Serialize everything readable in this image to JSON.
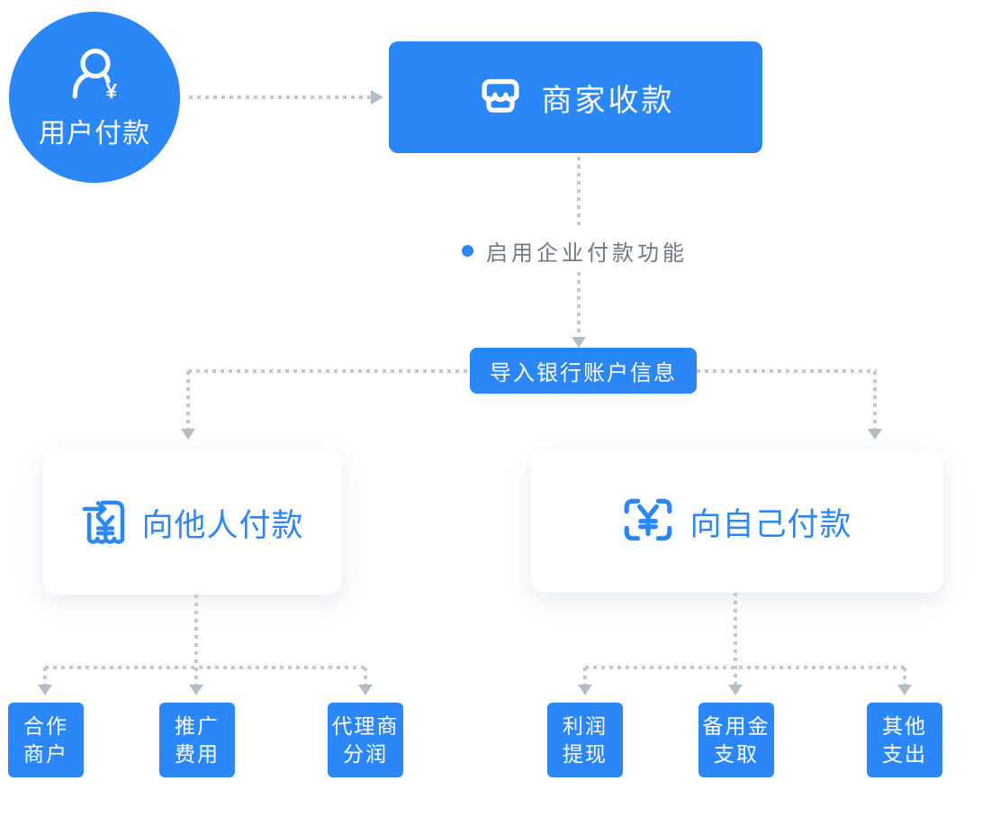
{
  "colors": {
    "primary_blue": "#2B87F8",
    "note_text_gray": "#6E7888",
    "connector_dot_gray": "#C3C8CF",
    "arrowhead_gray": "#B2BCC6",
    "card_background": "#FFFFFF"
  },
  "diagram": {
    "user_payment": {
      "label": "用户付款",
      "icon": "person-yuan-icon"
    },
    "merchant_collect": {
      "label": "商家收款",
      "icon": "storefront-icon"
    },
    "enable_note": {
      "label": "启用企业付款功能",
      "bullet": "blue-dot"
    },
    "import_bank": {
      "label": "导入银行账户信息"
    },
    "pay_to_others": {
      "label": "向他人付款",
      "icon": "receipt-arrow-icon"
    },
    "pay_to_self": {
      "label": "向自己付款",
      "icon": "scan-yuan-icon"
    },
    "others_children": [
      {
        "line1": "合作",
        "line2": "商户"
      },
      {
        "line1": "推广",
        "line2": "费用"
      },
      {
        "line1": "代理商",
        "line2": "分润"
      }
    ],
    "self_children": [
      {
        "line1": "利润",
        "line2": "提现"
      },
      {
        "line1": "备用金",
        "line2": "支取"
      },
      {
        "line1": "其他",
        "line2": "支出"
      }
    ]
  }
}
